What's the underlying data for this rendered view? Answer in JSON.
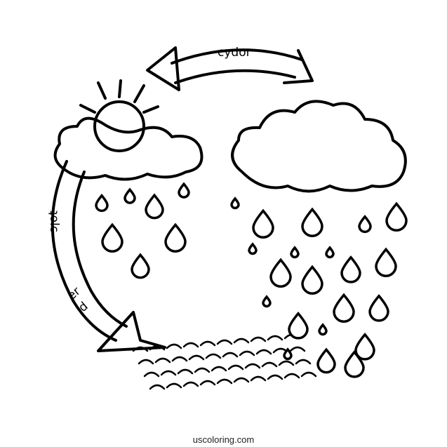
{
  "illustration": {
    "top_arrow_label": "cydor",
    "left_arrow_label_upper": "ʇolc",
    "left_arrow_label_lower_a": "er",
    "left_arrow_label_lower_b": "d",
    "ink_color": "#000000",
    "background_color": "#ffffff"
  },
  "footer": {
    "credit": "uscoloring.com"
  }
}
